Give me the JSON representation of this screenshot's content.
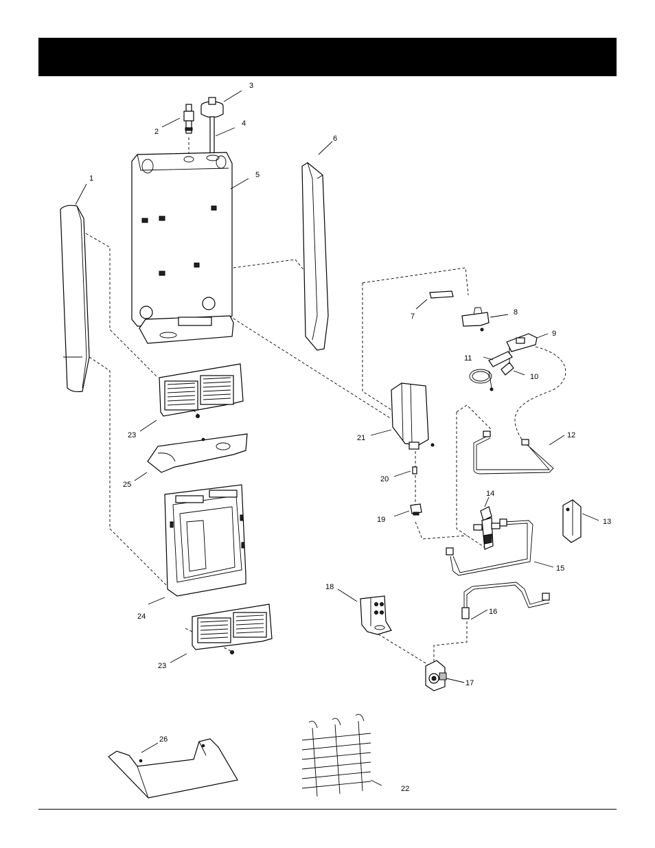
{
  "callouts": {
    "c1": "1",
    "c2": "2",
    "c3": "3",
    "c4": "4",
    "c5": "5",
    "c6": "6",
    "c7": "7",
    "c8": "8",
    "c9": "9",
    "c10": "10",
    "c11": "11",
    "c12": "12",
    "c13": "13",
    "c14": "14",
    "c15": "15",
    "c16": "16",
    "c17": "17",
    "c18": "18",
    "c19": "19",
    "c20": "20",
    "c21": "21",
    "c22": "22",
    "c23a": "23",
    "c23b": "23",
    "c24": "24",
    "c25": "25",
    "c26": "26"
  }
}
